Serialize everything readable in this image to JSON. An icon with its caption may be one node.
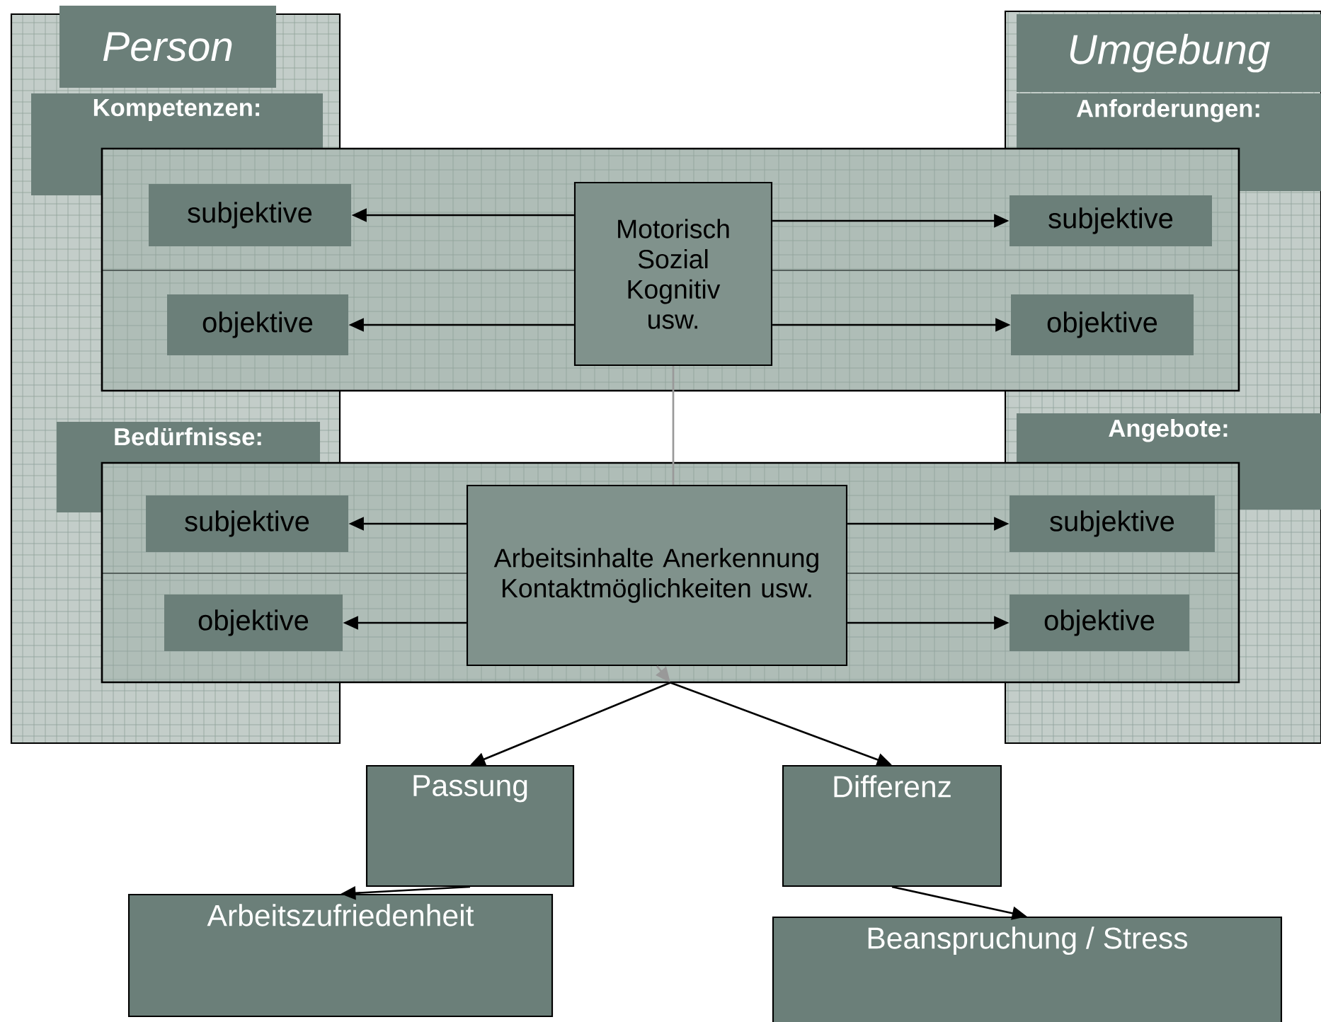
{
  "diagram": {
    "nodes": [
      {
        "text": [],
        "shape": "box"
      },
      {
        "text": [
          "Person"
        ]
      },
      {
        "text": [
          "Kompetenzen:"
        ],
        "in": 0
      },
      {
        "text": [
          "Bedürfnisse:"
        ],
        "in": 0
      },
      {
        "text": [],
        "shape": "box"
      },
      {
        "text": [
          "Umgebung"
        ],
        "in": 4
      },
      {
        "text": [
          "Anforderungen:"
        ],
        "in": 4
      },
      {
        "text": [
          "Angebote:"
        ],
        "in": 4
      },
      {
        "text": [],
        "shape": "box"
      },
      {
        "text": [
          "Motorisch Sozial Kognitiv usw."
        ],
        "in": 8
      },
      {
        "text": [
          "subjektive"
        ]
      },
      {
        "text": [
          "objektive"
        ]
      },
      {
        "text": [
          "subjektive"
        ]
      },
      {
        "text": [
          "objektive"
        ]
      },
      {
        "text": [],
        "shape": "box"
      },
      {
        "text": [
          "Arbeitsinhalte Anerkennung Kontaktmöglichkeiten usw."
        ],
        "in": 14
      },
      {
        "text": [
          "subjektive"
        ]
      },
      {
        "text": [
          "objektive"
        ]
      },
      {
        "text": [
          "subjektive"
        ]
      },
      {
        "text": [
          "objektive"
        ]
      },
      {
        "text": [
          "Passung"
        ]
      },
      {
        "text": [
          "Differenz"
        ]
      },
      {
        "text": [
          "Arbeitszufriedenheit"
        ]
      },
      {
        "text": [
          "Beanspruchung / Stress"
        ]
      }
    ],
    "edges": [
      {
        "from": 9,
        "to": 10,
        "arrow": "to"
      },
      {
        "from": 9,
        "to": 11,
        "arrow": "to"
      },
      {
        "from": 9,
        "to": 12,
        "arrow": "to"
      },
      {
        "from": 9,
        "to": 13,
        "arrow": "to"
      },
      {
        "from": 15,
        "to": 16,
        "arrow": "to"
      },
      {
        "from": 15,
        "to": 17,
        "arrow": "to"
      },
      {
        "from": 15,
        "to": 18,
        "arrow": "to"
      },
      {
        "from": 15,
        "to": 19,
        "arrow": "to"
      },
      {
        "from": 9,
        "to": 15,
        "arrow": "none",
        "color": "#999999"
      },
      {
        "from": 15,
        "to": 14,
        "arrow": "to",
        "color": "#999999"
      },
      {
        "from": 14,
        "to": 20,
        "arrow": "to"
      },
      {
        "from": 14,
        "to": 21,
        "arrow": "to"
      },
      {
        "from": 20,
        "to": 22,
        "arrow": "to"
      },
      {
        "from": 21,
        "to": 23,
        "arrow": "to"
      }
    ]
  }
}
